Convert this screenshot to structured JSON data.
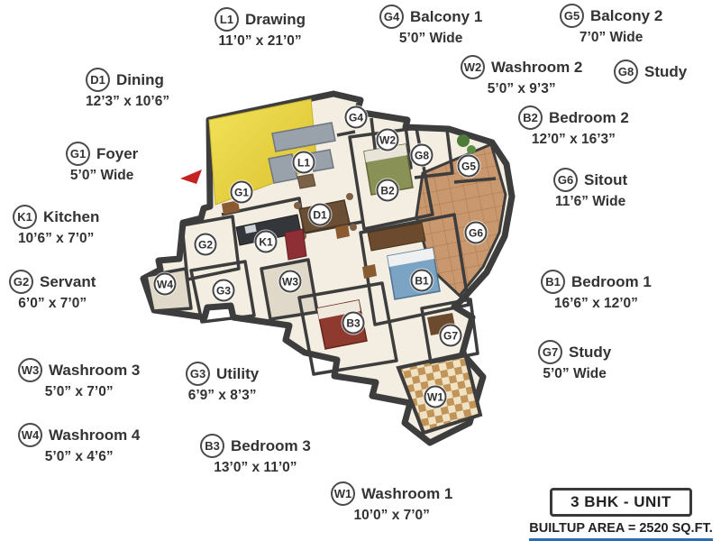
{
  "legend": {
    "items": [
      {
        "code": "L1",
        "name": "Drawing",
        "dims": "11’0” x 21’0”"
      },
      {
        "code": "G4",
        "name": "Balcony 1",
        "dims": "5’0” Wide"
      },
      {
        "code": "G5",
        "name": "Balcony 2",
        "dims": "7’0” Wide"
      },
      {
        "code": "D1",
        "name": "Dining",
        "dims": "12’3” x 10’6”"
      },
      {
        "code": "W2",
        "name": "Washroom 2",
        "dims": "5’0” x 9’3”"
      },
      {
        "code": "G8",
        "name": "Study",
        "dims": ""
      },
      {
        "code": "G1",
        "name": "Foyer",
        "dims": "5’0” Wide"
      },
      {
        "code": "B2",
        "name": "Bedroom 2",
        "dims": "12’0” x 16’3”"
      },
      {
        "code": "K1",
        "name": "Kitchen",
        "dims": "10’6” x 7’0”"
      },
      {
        "code": "G6",
        "name": "Sitout",
        "dims": "11’6” Wide"
      },
      {
        "code": "G2",
        "name": "Servant",
        "dims": "6’0” x 7’0”"
      },
      {
        "code": "B1",
        "name": "Bedroom 1",
        "dims": "16’6” x 12’0”"
      },
      {
        "code": "W3",
        "name": "Washroom 3",
        "dims": "5’0” x 7’0”"
      },
      {
        "code": "G7",
        "name": "Study",
        "dims": "5’0” Wide"
      },
      {
        "code": "W4",
        "name": "Washroom 4",
        "dims": "5’0” x 4’6”"
      },
      {
        "code": "G3",
        "name": "Utility",
        "dims": "6’9” x 8’3”"
      },
      {
        "code": "B3",
        "name": "Bedroom 3",
        "dims": "13’0” x 11’0”"
      },
      {
        "code": "W1",
        "name": "Washroom 1",
        "dims": "10’0” x 7’0”"
      }
    ]
  },
  "plan": {
    "markers": [
      "L1",
      "G4",
      "W2",
      "G8",
      "G5",
      "B2",
      "G1",
      "D1",
      "K1",
      "G2",
      "G6",
      "W4",
      "G3",
      "W3",
      "B1",
      "B3",
      "G7",
      "W1"
    ]
  },
  "footer": {
    "unit_label": "3 BHK - UNIT",
    "builtup": "BUILTUP AREA = 2520 SQ.FT."
  },
  "colors": {
    "wall": "#3d3d3d",
    "accent_wall_yellow": "#e9d23f",
    "sitout_tile": "#c9986e",
    "underline_blue": "#2c6cb5"
  }
}
